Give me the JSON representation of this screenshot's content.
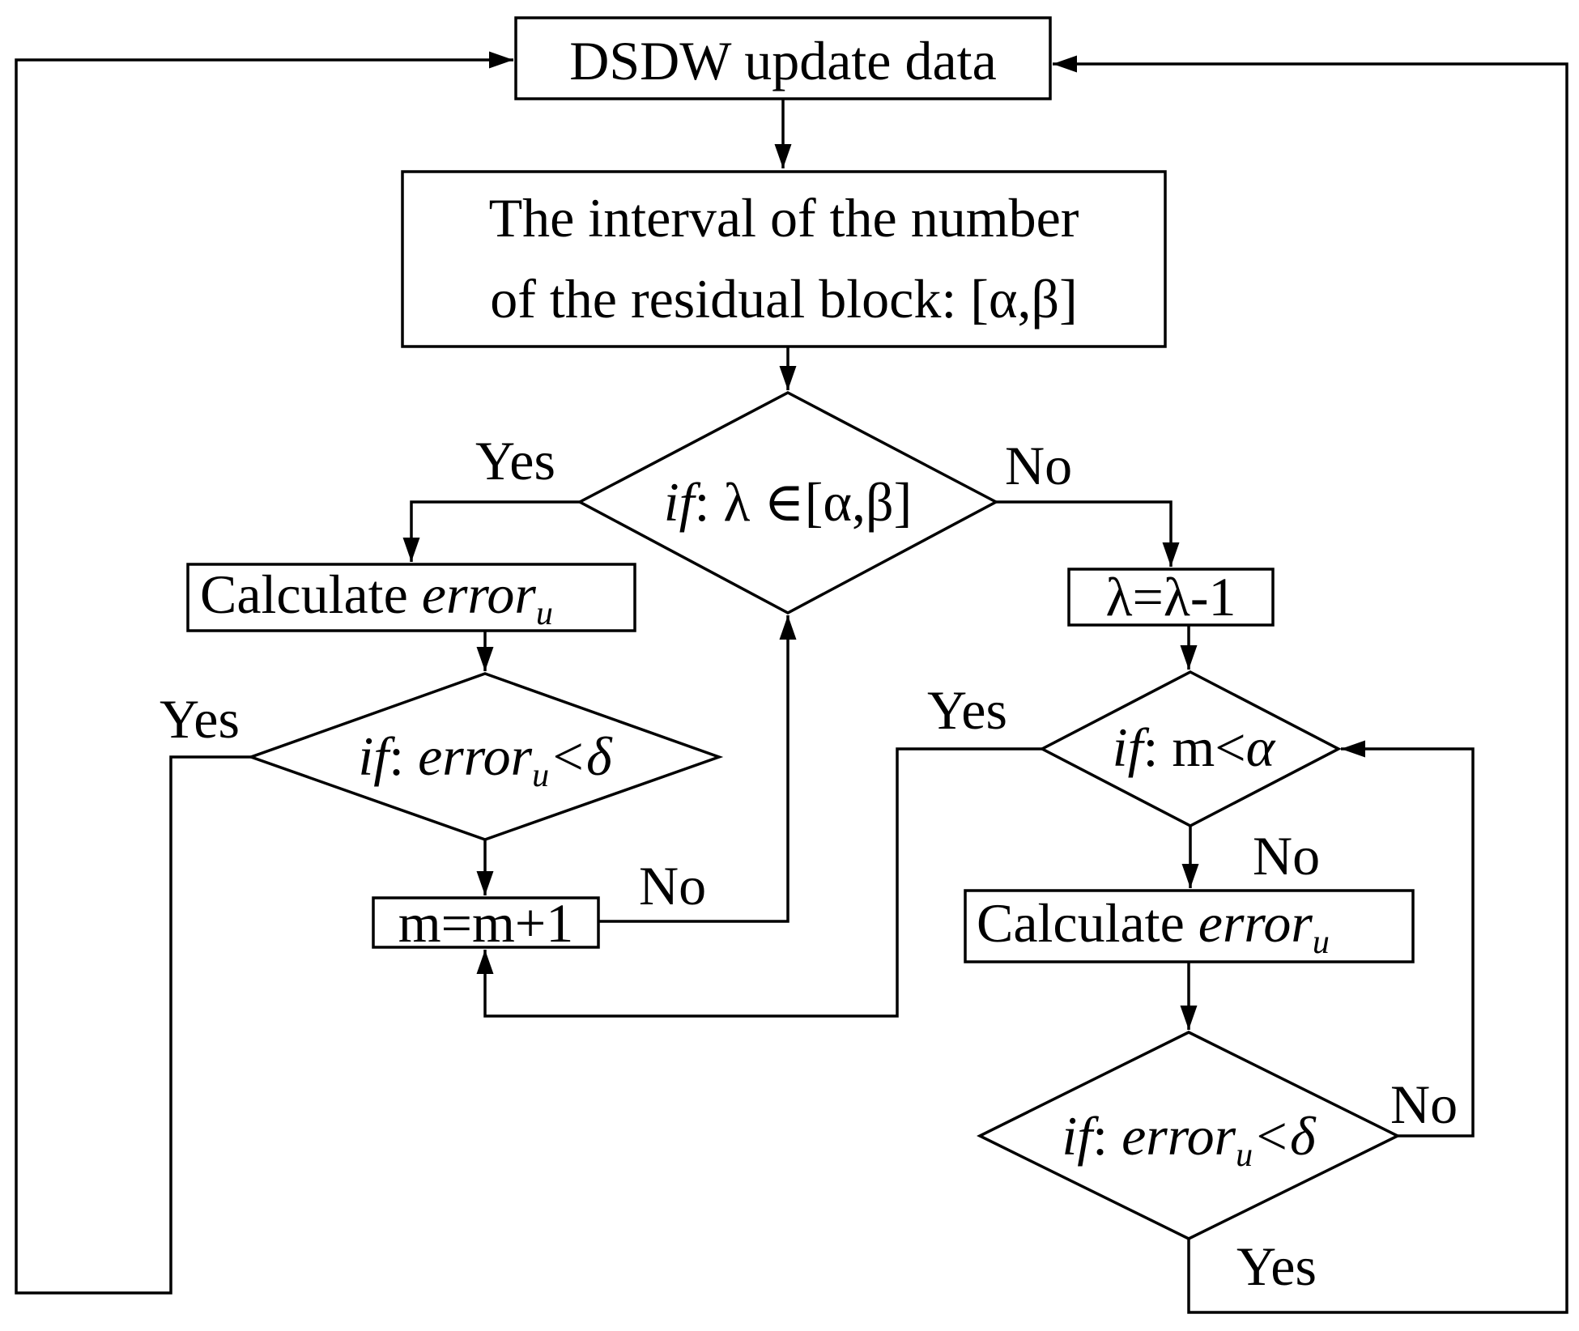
{
  "nodes": {
    "start": {
      "text": "DSDW update data"
    },
    "interval": {
      "line1": "The interval of the number",
      "line2": "of the residual block: [α,β]"
    },
    "check_lambda": {
      "if": "if",
      "rest": ": λ ∈[α,β]"
    },
    "calc_left": {
      "label": "Calculate ",
      "var": "error",
      "sub": "u"
    },
    "check_error_left": {
      "if": "if",
      "colon": ": ",
      "var": "error",
      "sub": "u",
      "rest": "<δ"
    },
    "m_inc": {
      "text": "m=m+1"
    },
    "lambda_dec": {
      "text": "λ=λ-1"
    },
    "check_m": {
      "if": "if",
      "colon": ": m<",
      "var": "α"
    },
    "calc_right": {
      "label": "Calculate ",
      "var": "error",
      "sub": "u"
    },
    "check_error_right": {
      "if": "if",
      "colon": ": ",
      "var": "error",
      "sub": "u",
      "rest": "<δ"
    }
  },
  "edge_labels": {
    "lambda_yes": "Yes",
    "lambda_no": "No",
    "error_left_yes": "Yes",
    "error_left_no": "No",
    "m_yes": "Yes",
    "m_no": "No",
    "error_right_no": "No",
    "error_right_yes": "Yes"
  }
}
